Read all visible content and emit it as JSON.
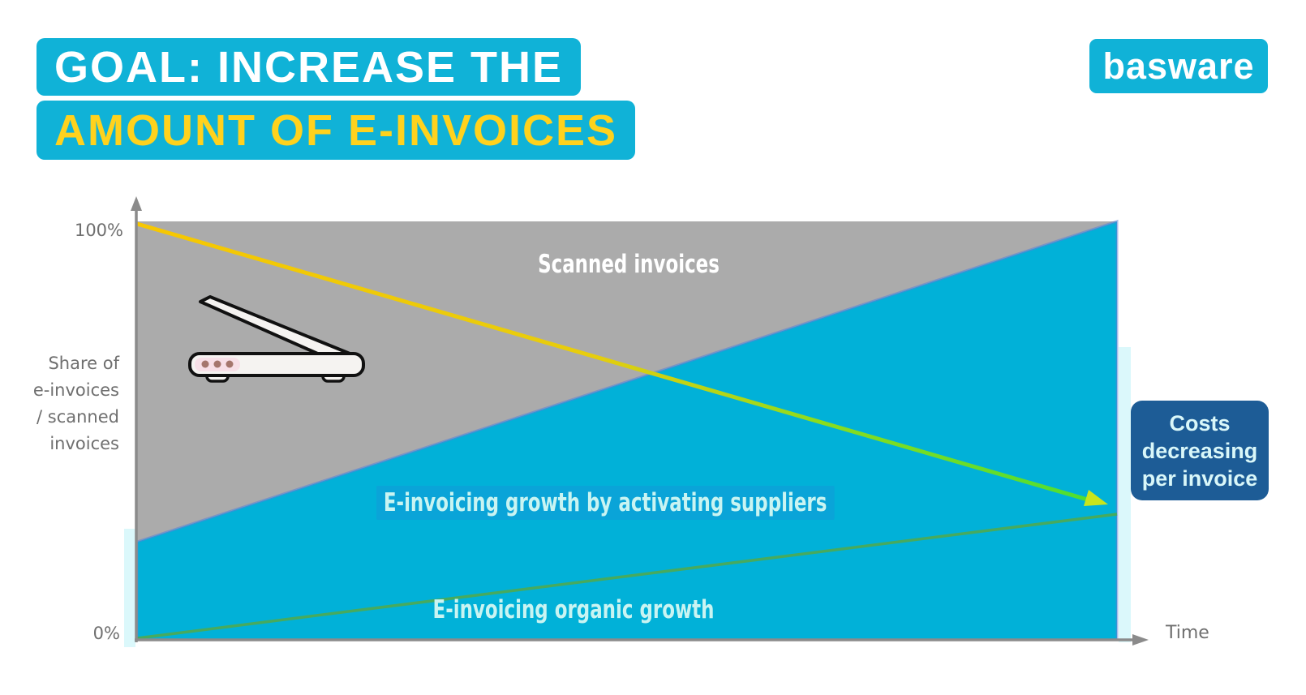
{
  "header": {
    "title_line1": "GOAL: INCREASE THE",
    "title_line2": "AMOUNT OF E-INVOICES",
    "title_bg_color": "#10b2d7",
    "title_line1_color": "#ffffff",
    "title_line2_color": "#ffd21d",
    "logo_text": "basware"
  },
  "chart": {
    "y_axis": {
      "top_tick": "100%",
      "bottom_tick": "0%",
      "title_line1": "Share of",
      "title_line2": "e-invoices",
      "title_line3": "/ scanned",
      "title_line4": "invoices"
    },
    "x_axis": {
      "label": "Time"
    },
    "areas": {
      "scanned_label": "Scanned invoices",
      "activating_label": "E-invoicing growth by activating suppliers",
      "organic_label": "E-invoicing organic growth"
    },
    "callout": {
      "line1": "Costs",
      "line2": "decreasing",
      "line3": "per invoice",
      "bg_color": "#1d5c96"
    }
  },
  "chart_data": {
    "type": "area",
    "title": "Goal: increase the amount of e-invoices",
    "xlabel": "Time",
    "ylabel": "Share of e-invoices / scanned invoices",
    "ylim": [
      0,
      100
    ],
    "y_ticks": [
      "0%",
      "100%"
    ],
    "x_ticks": [],
    "x": [
      "start",
      "end"
    ],
    "grid": false,
    "legend": "none",
    "series": [
      {
        "name": "Scanned invoices",
        "type": "area",
        "color": "#ababab",
        "share_pct": [
          77,
          0
        ],
        "note": "upper gray region, shrinks from ~77% to 0% of invoice share over time"
      },
      {
        "name": "E-invoicing growth by activating suppliers",
        "type": "area",
        "color": "#01b1d8",
        "share_pct": [
          23,
          100
        ],
        "note": "cyan region, grows from ~23% to 100% of invoice share over time"
      },
      {
        "name": "E-invoicing organic growth",
        "type": "line",
        "color": "#47aa5e",
        "share_pct": [
          0,
          30
        ],
        "note": "green line inside cyan region, grows from 0% to ~30%"
      }
    ],
    "annotations": [
      {
        "text": "Costs decreasing per invoice",
        "type": "gradient-arrow",
        "color_start": "#f7c701",
        "color_end": "#4ede32",
        "from_pct": 100,
        "to_pct": 33,
        "direction": "down-right"
      }
    ]
  }
}
